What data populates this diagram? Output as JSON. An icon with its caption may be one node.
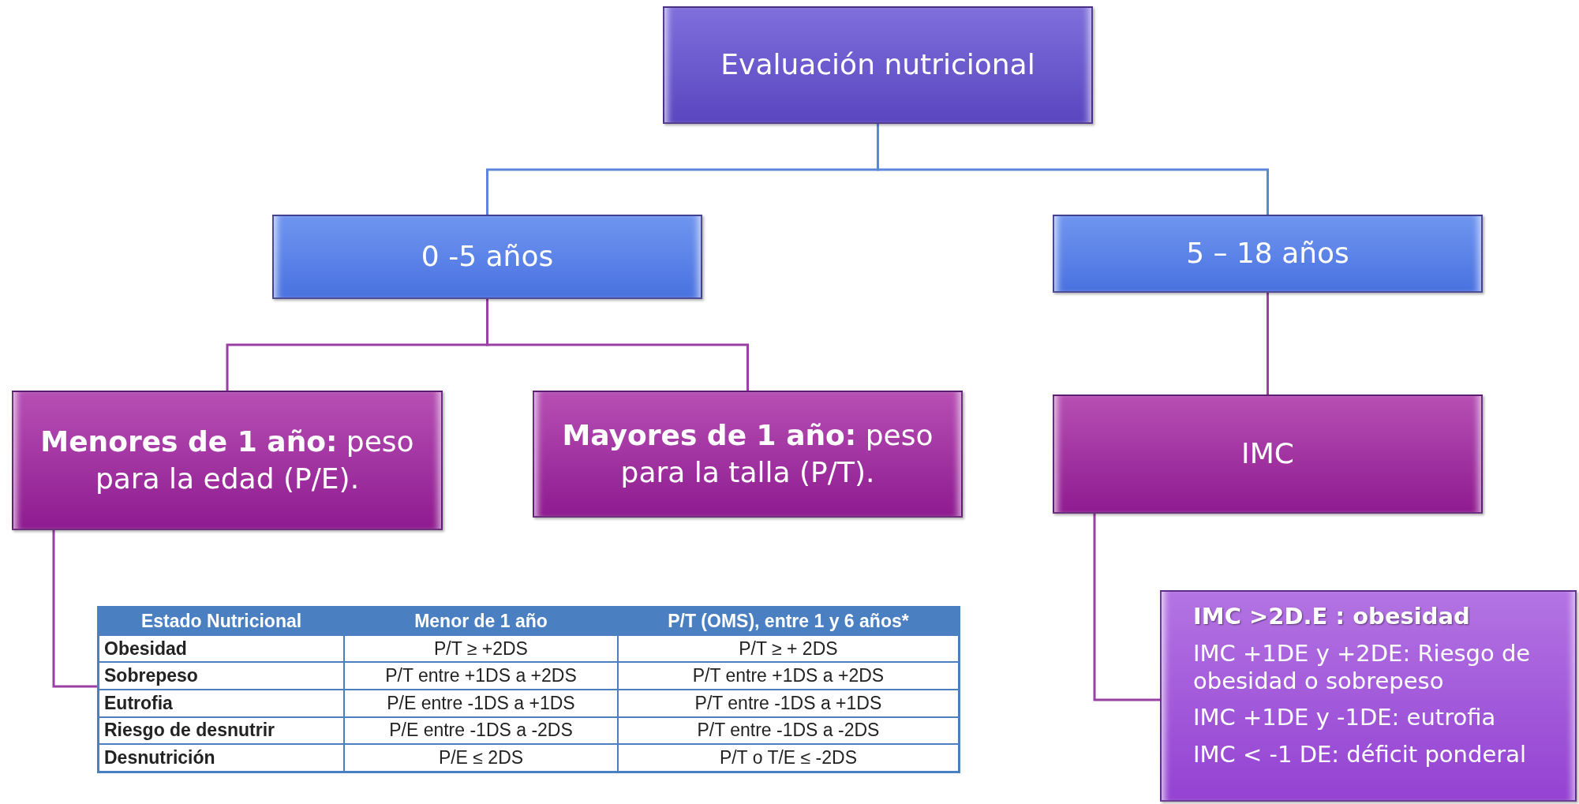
{
  "diagram": {
    "nodes": [
      {
        "text": [
          "Evaluación nutricional"
        ]
      },
      {
        "text": [
          "0 -5 años"
        ]
      },
      {
        "text": [
          "5 – 18 años"
        ]
      },
      {
        "text": [
          "**Menores de 1 año:** peso para la edad (P/E)."
        ]
      },
      {
        "text": [
          "**Mayores de 1 año:** peso para la talla (P/T)."
        ]
      },
      {
        "text": [
          "IMC"
        ]
      },
      {
        "text": [],
        "shape": "table"
      },
      {
        "text": [
          "IMC >2D.E : obesidad",
          "IMC +1DE y +2DE: Riesgo de obesidad o sobrepeso",
          "IMC +1DE y -1DE: eutrofia",
          "IMC < -1 DE: déficit ponderal"
        ]
      }
    ],
    "edges": [
      {
        "from": 0,
        "to": 1,
        "arrow": "none",
        "color": "#5b86dc"
      },
      {
        "from": 0,
        "to": 2,
        "arrow": "none",
        "color": "#5b86dc"
      },
      {
        "from": 1,
        "to": 3,
        "arrow": "none"
      },
      {
        "from": 1,
        "to": 4,
        "arrow": "none"
      },
      {
        "from": 2,
        "to": 5,
        "arrow": "none"
      },
      {
        "from": 3,
        "to": 6,
        "arrow": "none"
      },
      {
        "from": 5,
        "to": 7,
        "arrow": "none"
      }
    ],
    "labels": [
      "Estado Nutricional",
      "Menor de 1 año",
      "P/T (OMS), entre 1 y 6 años*",
      "Obesidad",
      "P/T ≥ +2DS",
      "P/T ≥ + 2DS",
      "Sobrepeso",
      "P/T entre +1DS a +2DS",
      "P/T entre +1DS a +2DS",
      "Eutrofia",
      "P/E entre -1DS a +1DS",
      "P/T entre -1DS a +1DS",
      "Riesgo de desnutrir",
      "P/E entre -1DS a -2DS",
      "P/T entre -1DS a -2DS",
      "Desnutrición",
      "P/E ≤ 2DS",
      "P/T o T/E ≤ -2DS"
    ]
  }
}
